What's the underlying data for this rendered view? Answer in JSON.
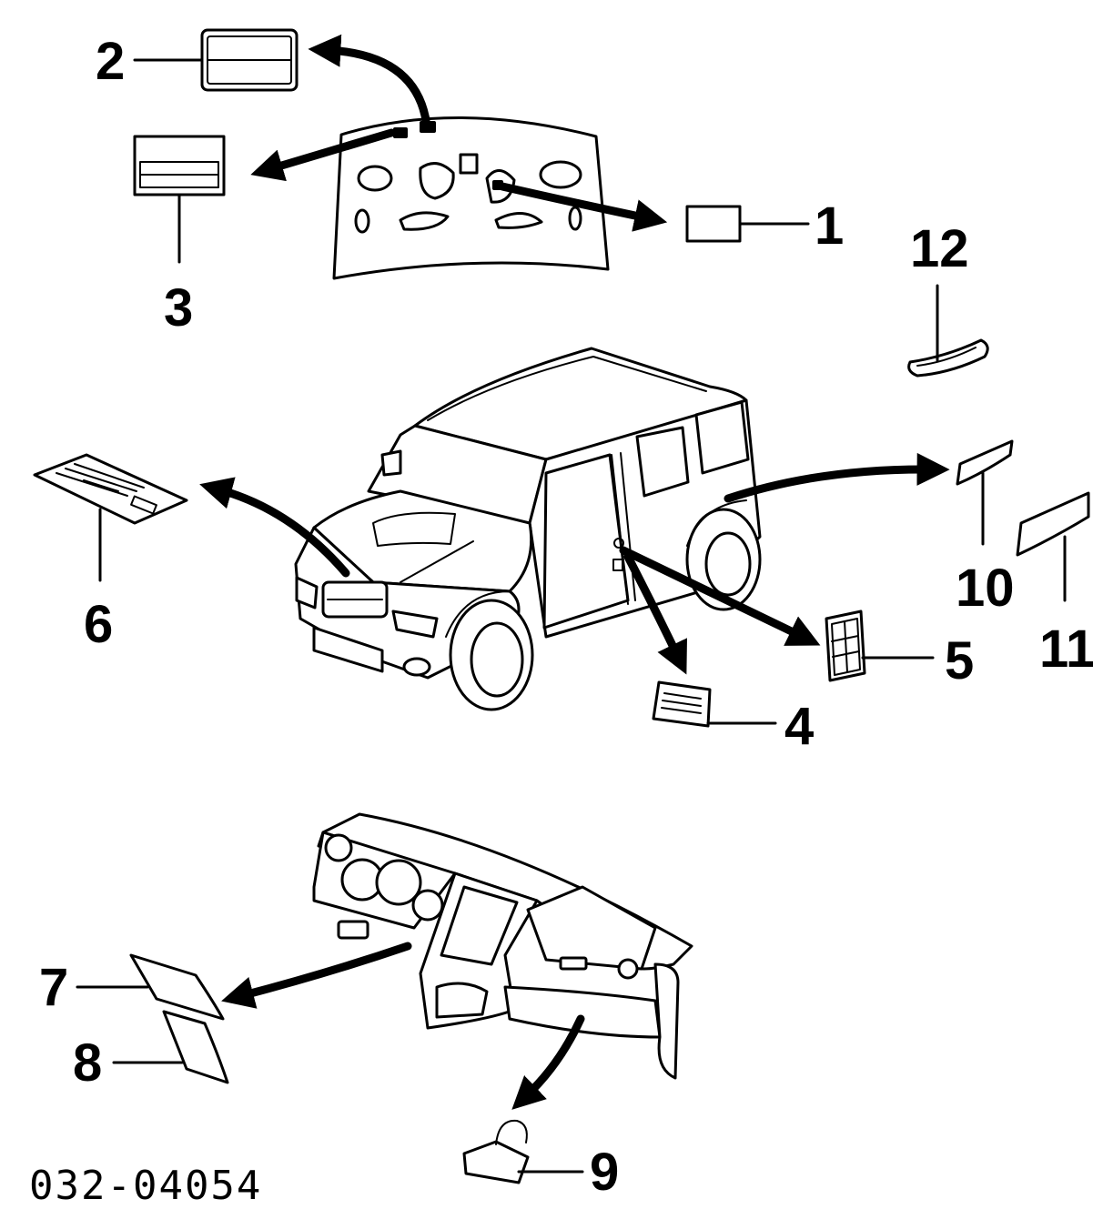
{
  "diagram": {
    "part_code": "032-04054",
    "callouts": [
      "1",
      "2",
      "3",
      "4",
      "5",
      "6",
      "7",
      "8",
      "9",
      "10",
      "11",
      "12"
    ]
  }
}
